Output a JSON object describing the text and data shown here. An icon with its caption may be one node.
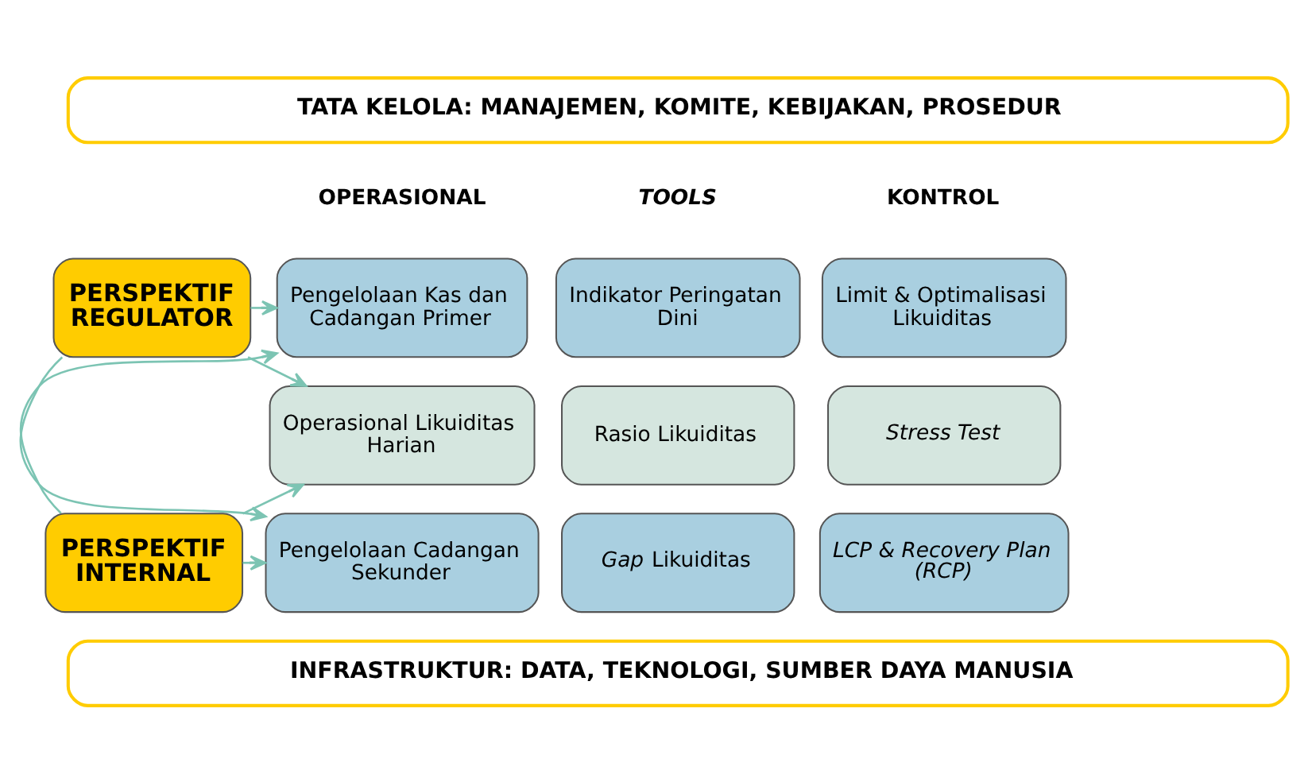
{
  "diagram": {
    "nodes": [
      {
        "text": [
          "TATA KELOLA: MANAJEMEN, KOMITE, KEBIJAKAN, PROSEDUR"
        ]
      },
      {
        "text": [
          "PERSPEKTIF REGULATOR"
        ]
      },
      {
        "text": [
          "PERSPEKTIF INTERNAL"
        ]
      },
      {
        "text": [
          "Pengelolaan Kas dan Cadangan Primer"
        ]
      },
      {
        "text": [
          "Indikator Peringatan Dini"
        ]
      },
      {
        "text": [
          "Limit & Optimalisasi Likuiditas"
        ]
      },
      {
        "text": [
          "Operasional Likuiditas Harian"
        ]
      },
      {
        "text": [
          "Rasio Likuiditas"
        ]
      },
      {
        "text": [
          "Stress Test"
        ]
      },
      {
        "text": [
          "Pengelolaan Cadangan Sekunder"
        ]
      },
      {
        "text": [
          "*Gap* Likuiditas"
        ]
      },
      {
        "text": [
          "LCP & Recovery Plan (RCP)"
        ]
      },
      {
        "text": [
          "INFRASTRUKTUR: DATA, TEKNOLOGI, SUMBER DAYA MANUSIA"
        ]
      }
    ],
    "edges": [
      {
        "from": 1,
        "to": 3,
        "arrow": "to"
      },
      {
        "from": 1,
        "to": 6,
        "arrow": "to"
      },
      {
        "from": 1,
        "to": 9,
        "arrow": "to"
      },
      {
        "from": 2,
        "to": 3,
        "arrow": "to"
      },
      {
        "from": 2,
        "to": 6,
        "arrow": "to"
      },
      {
        "from": 2,
        "to": 9,
        "arrow": "to"
      }
    ],
    "labels": [
      "OPERASIONAL",
      "TOOLS",
      "KONTROL"
    ]
  }
}
